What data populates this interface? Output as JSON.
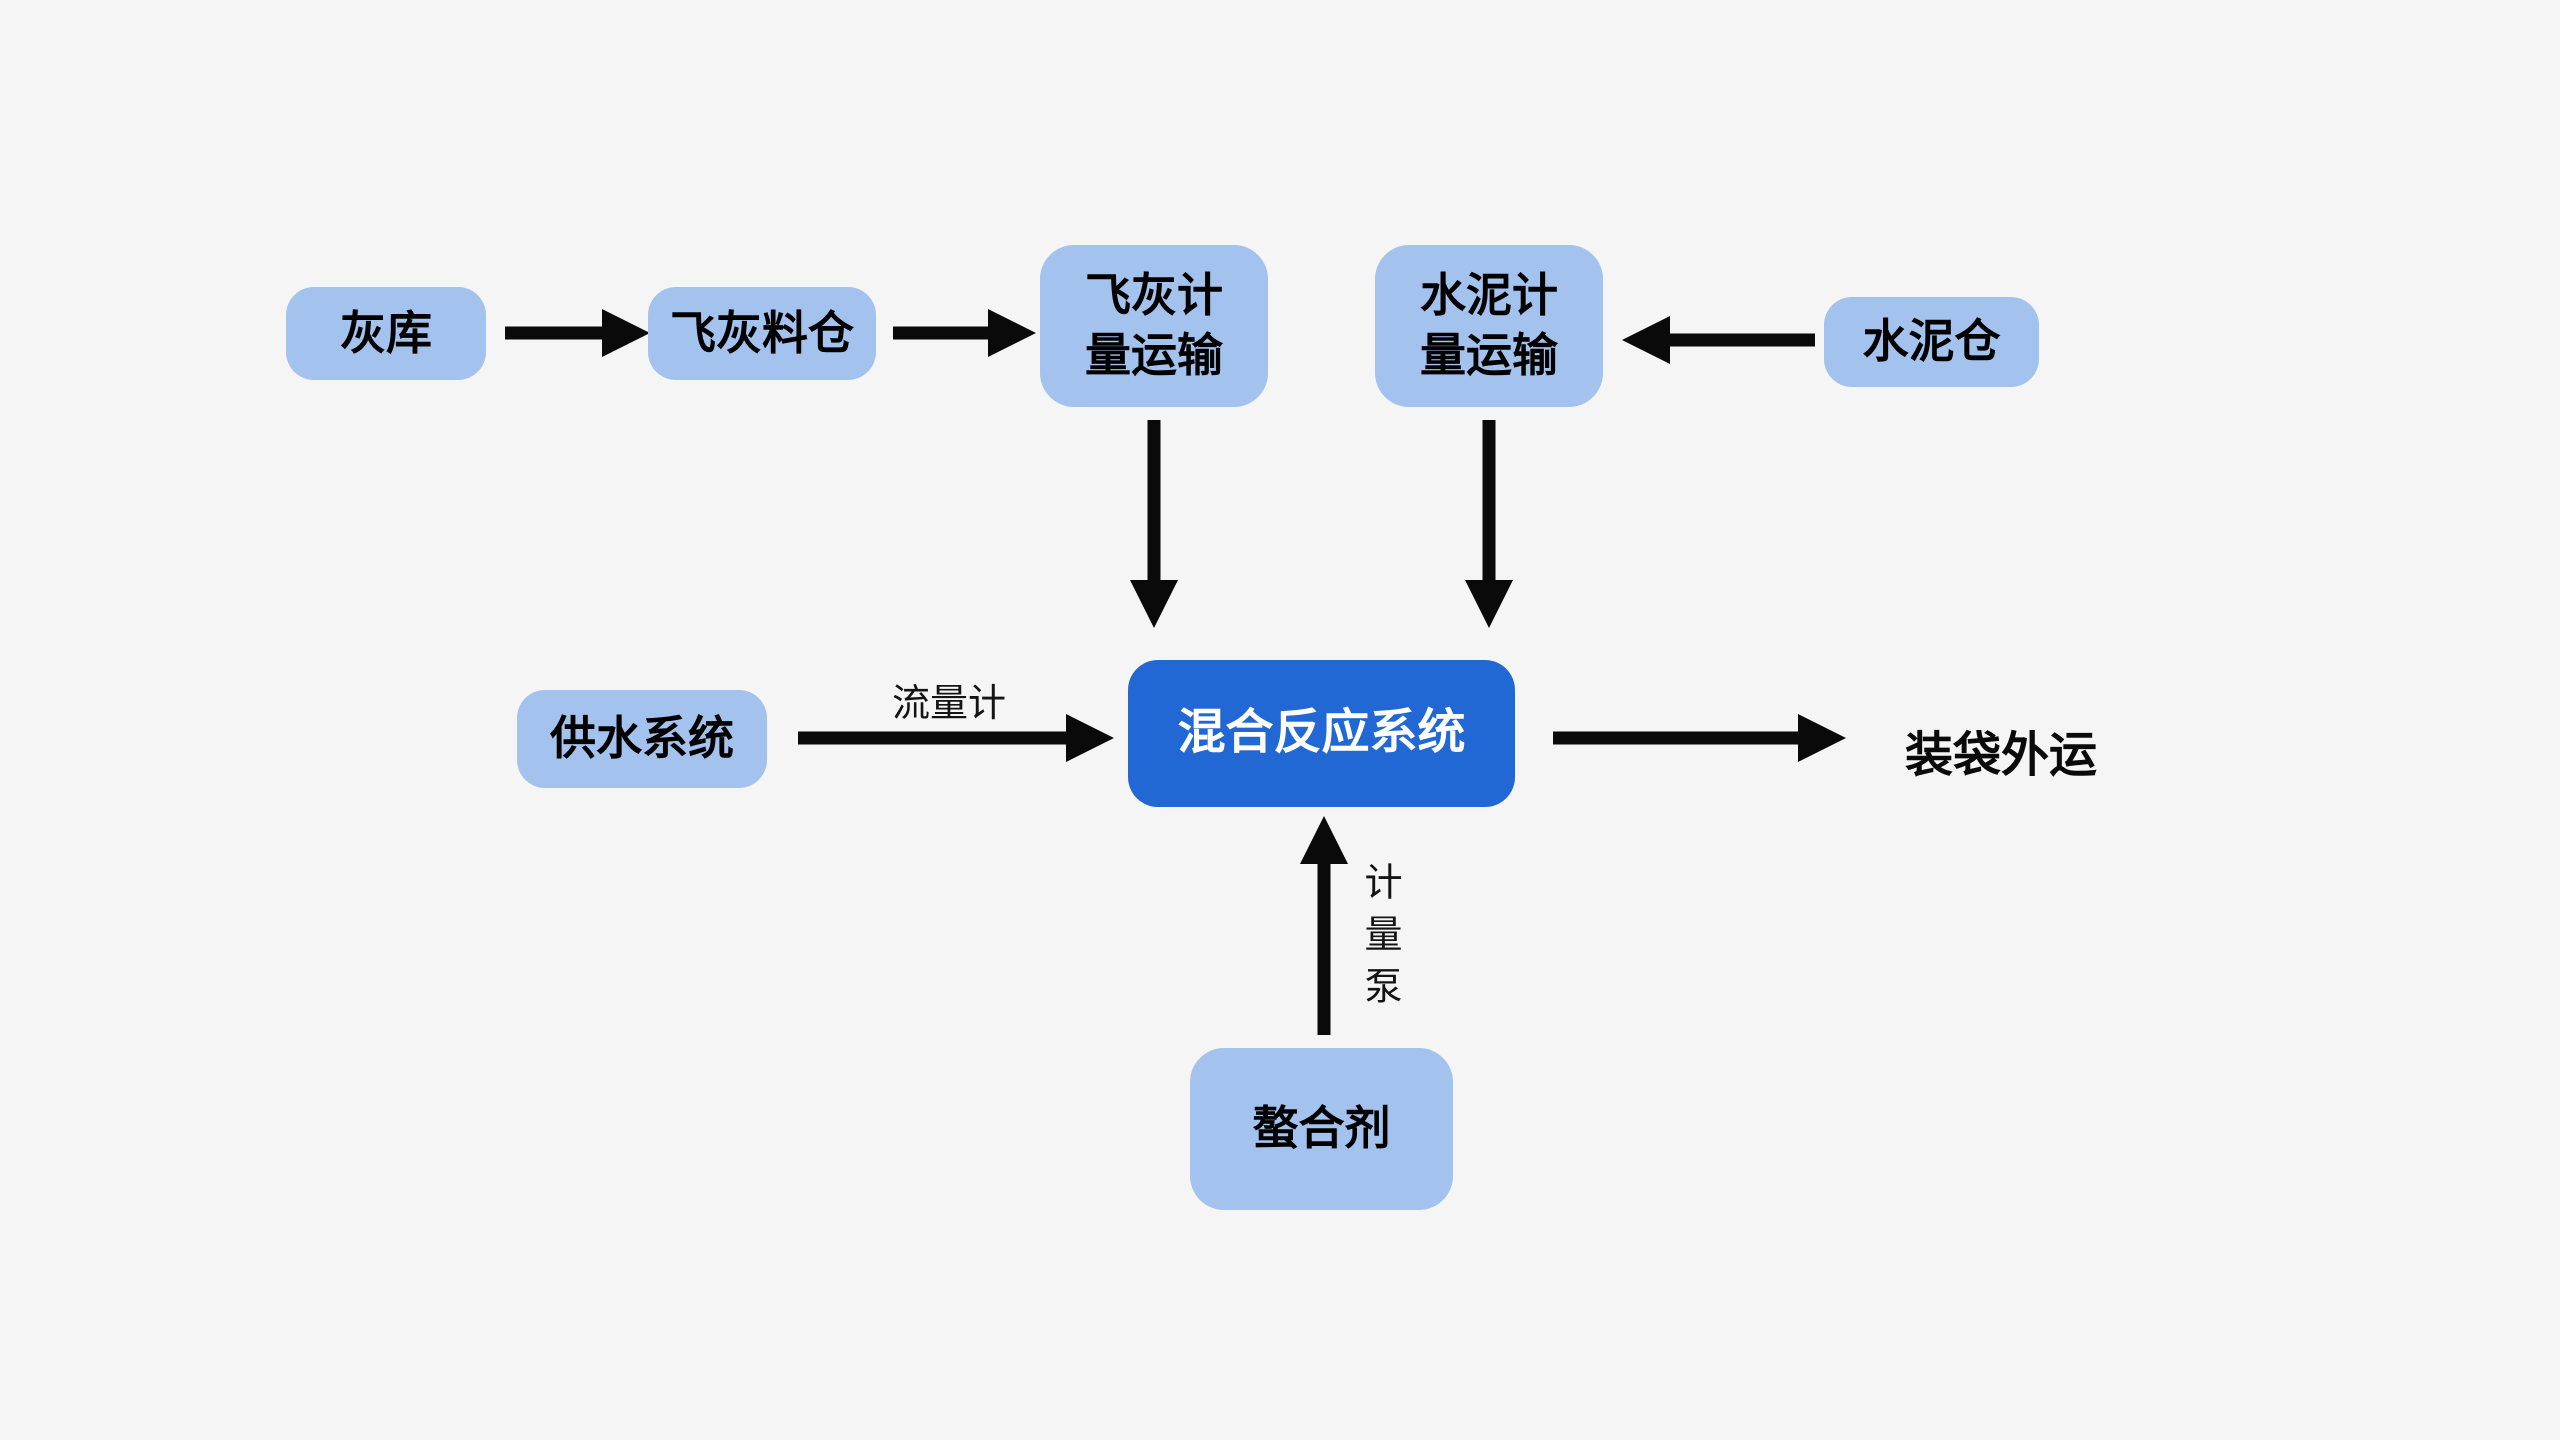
{
  "diagram": {
    "type": "flowchart",
    "colors": {
      "background": "#f5f5f6",
      "node_fill": "#a3c2ee",
      "node_text": "#000000",
      "central_fill": "#2268d5",
      "central_text": "#ffffff",
      "arrow": "#0a0a0a"
    },
    "nodes": {
      "ash_storage": {
        "label": "灰库"
      },
      "fly_ash_silo": {
        "label": "飞灰料仓"
      },
      "fly_ash_metering": {
        "label": "飞灰计量运输"
      },
      "cement_metering": {
        "label": "水泥计量运输"
      },
      "cement_silo": {
        "label": "水泥仓"
      },
      "water_supply": {
        "label": "供水系统"
      },
      "mixing_reaction": {
        "label": "混合反应系统"
      },
      "chelating_agent": {
        "label": "螯合剂"
      },
      "bagging_outbound": {
        "label": "装袋外运"
      }
    },
    "edge_labels": {
      "flow_meter": "流量计",
      "metering_pump": "计量泵"
    },
    "edges": [
      {
        "from": "ash_storage",
        "to": "fly_ash_silo"
      },
      {
        "from": "fly_ash_silo",
        "to": "fly_ash_metering"
      },
      {
        "from": "cement_silo",
        "to": "cement_metering"
      },
      {
        "from": "fly_ash_metering",
        "to": "mixing_reaction"
      },
      {
        "from": "cement_metering",
        "to": "mixing_reaction"
      },
      {
        "from": "water_supply",
        "to": "mixing_reaction",
        "label": "流量计"
      },
      {
        "from": "chelating_agent",
        "to": "mixing_reaction",
        "label": "计量泵"
      },
      {
        "from": "mixing_reaction",
        "to": "bagging_outbound"
      }
    ]
  }
}
